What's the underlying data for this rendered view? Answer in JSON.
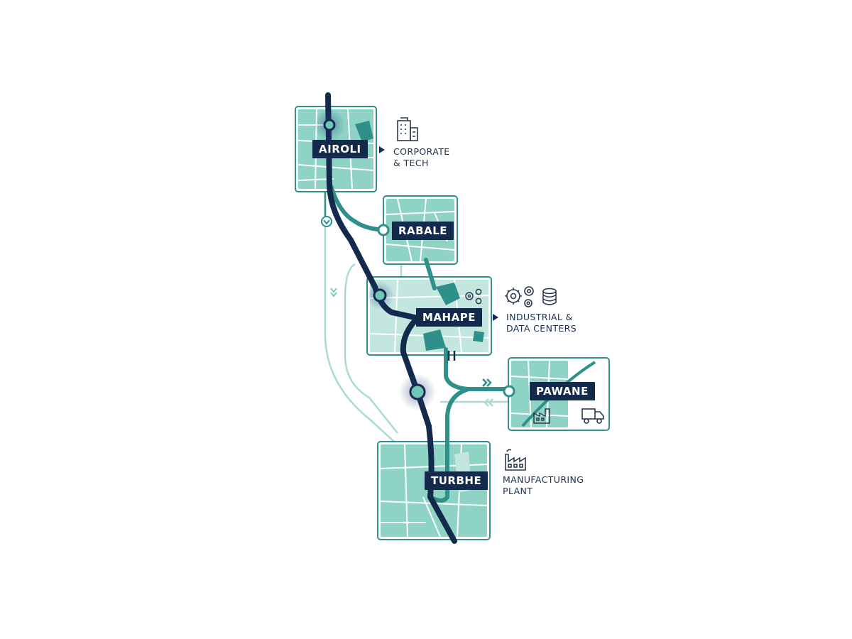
{
  "colors": {
    "teal_fill": "#7ccbbd",
    "teal_line": "#2f8f8a",
    "pale_line": "#a9dad3",
    "navy": "#142a4d",
    "background": "#ffffff"
  },
  "hubs": [
    {
      "id": "airoli",
      "name": "AIROLI"
    },
    {
      "id": "rabale",
      "name": "RABALE"
    },
    {
      "id": "mahape",
      "name": "MAHAPE"
    },
    {
      "id": "pawane",
      "name": "PAWANE"
    },
    {
      "id": "turbhe",
      "name": "TURBHE"
    }
  ],
  "callouts": [
    {
      "id": "corporate",
      "icon": "office-building-icon",
      "line1": "CORPORATE",
      "line2": "& TECH"
    },
    {
      "id": "industrial",
      "icon": "gears-and-database-icon",
      "line1": "INDUSTRIAL &",
      "line2": "DATA CENTERS"
    },
    {
      "id": "manufacturing",
      "icon": "factory-icon",
      "line1": "MANUFACTURING",
      "line2": "PLANT"
    }
  ],
  "extra_icons": [
    "truck-icon",
    "small-factory-icon",
    "small-gears-icon"
  ]
}
